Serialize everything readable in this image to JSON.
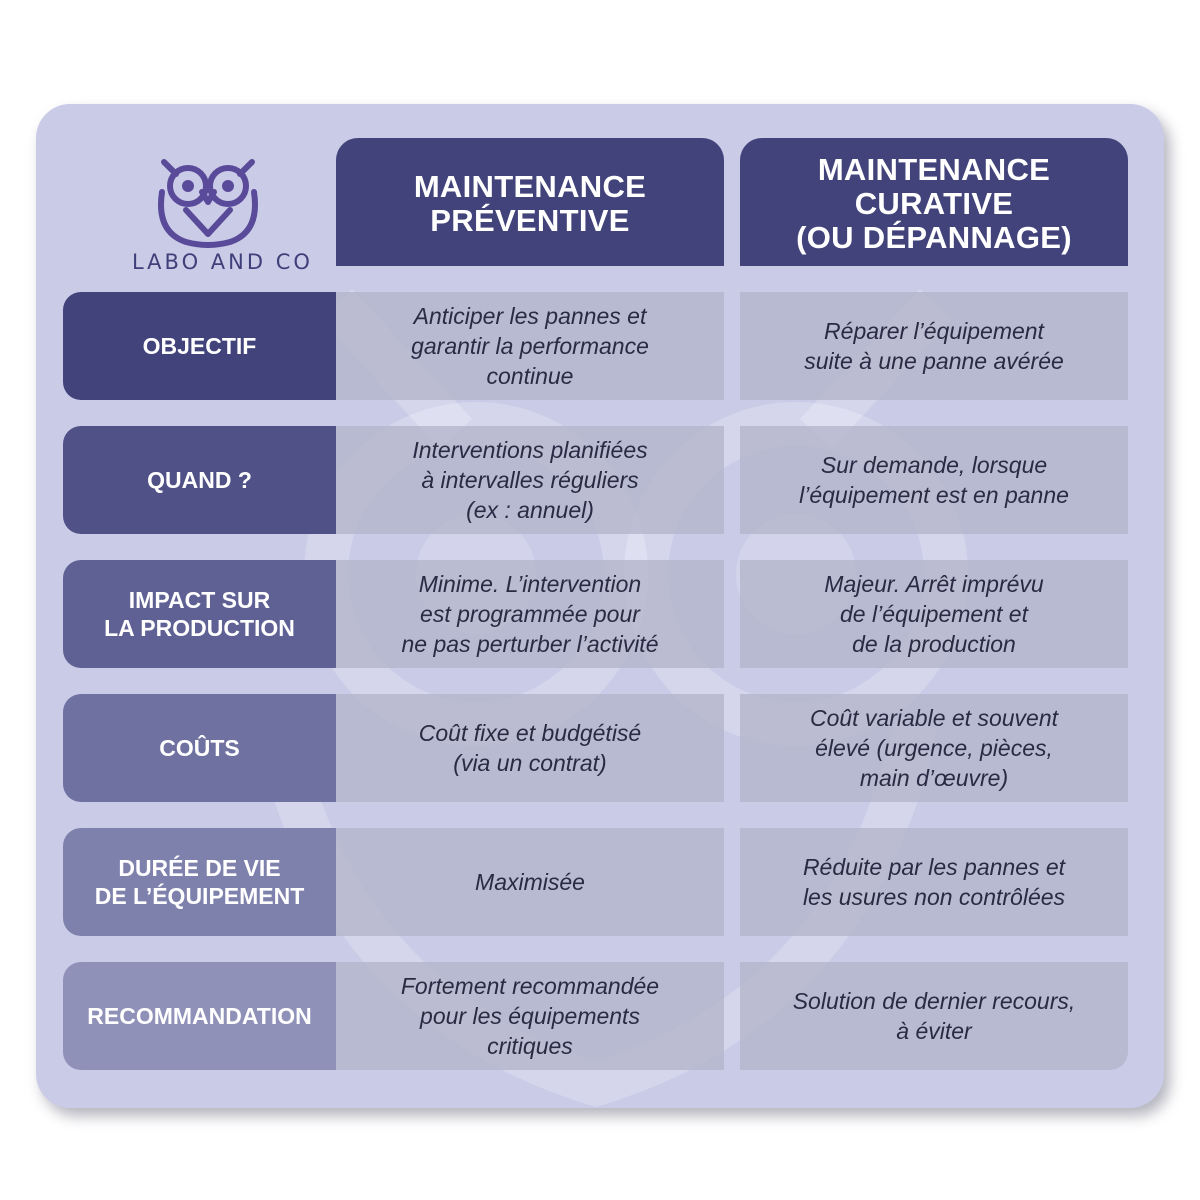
{
  "brand": {
    "name": "LABO AND CO"
  },
  "columns": {
    "preventive": "MAINTENANCE\nPRÉVENTIVE",
    "curative": "MAINTENANCE\nCURATIVE\n(OU DÉPANNAGE)"
  },
  "rows": [
    {
      "label": "OBJECTIF",
      "preventive": "Anticiper les pannes et\ngarantir la performance\ncontinue",
      "curative": "Réparer l’équipement\nsuite à une panne avérée",
      "color": "#41437a"
    },
    {
      "label": "QUAND ?",
      "preventive": "Interventions planifiées\nà intervalles réguliers\n(ex : annuel)",
      "curative": "Sur demande, lorsque\nl’équipement est en panne",
      "color": "#505287"
    },
    {
      "label": "IMPACT SUR\nLA PRODUCTION",
      "preventive": "Minime. L’intervention\nest programmée pour\nne pas perturber l’activité",
      "curative": "Majeur. Arrêt imprévu\nde l’équipement et\nde la production",
      "color": "#5f6194"
    },
    {
      "label": "COÛTS",
      "preventive": "Coût fixe et budgétisé\n(via un contrat)",
      "curative": "Coût variable et souvent\nélevé (urgence, pièces,\nmain d’œuvre)",
      "color": "#6f71a0"
    },
    {
      "label": "DURÉE DE VIE\nDE L’ÉQUIPEMENT",
      "preventive": "Maximisée",
      "curative": "Réduite par les pannes et\nles usures non contrôlées",
      "color": "#7f81ad"
    },
    {
      "label": "RECOMMANDATION",
      "preventive": "Fortement recommandée\npour les équipements\ncritiques",
      "curative": "Solution de dernier recours,\nà éviter",
      "color": "#8f91b9"
    }
  ]
}
